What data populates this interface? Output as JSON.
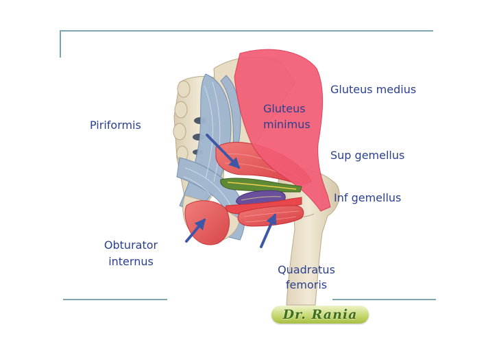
{
  "labels": {
    "gluteus_medius": "Gluteus medius",
    "gluteus_minimus_line1": "Gluteus",
    "gluteus_minimus_line2": "minimus",
    "piriformis": "Piriformis",
    "sup_gemellus": "Sup gemellus",
    "inf_gemellus": "Inf gemellus",
    "obturator_internus_line1": "Obturator",
    "obturator_internus_line2": "internus",
    "quadratus_femoris_line1": "Quadratus",
    "quadratus_femoris_line2": "femoris"
  },
  "credit": "Dr. Rania",
  "colors": {
    "label_text": "#2a3f8f",
    "arrow": "#3d57a6",
    "muscle_red": "#e8474b",
    "gluteus_medius_pink": "#f25c74",
    "bone": "#e8ddc4",
    "ligament": "#9fb6cf",
    "gemellus_green": "#5f8a35",
    "obturator_purple": "#6a4f9c",
    "frame_line": "#7fa5ae"
  }
}
